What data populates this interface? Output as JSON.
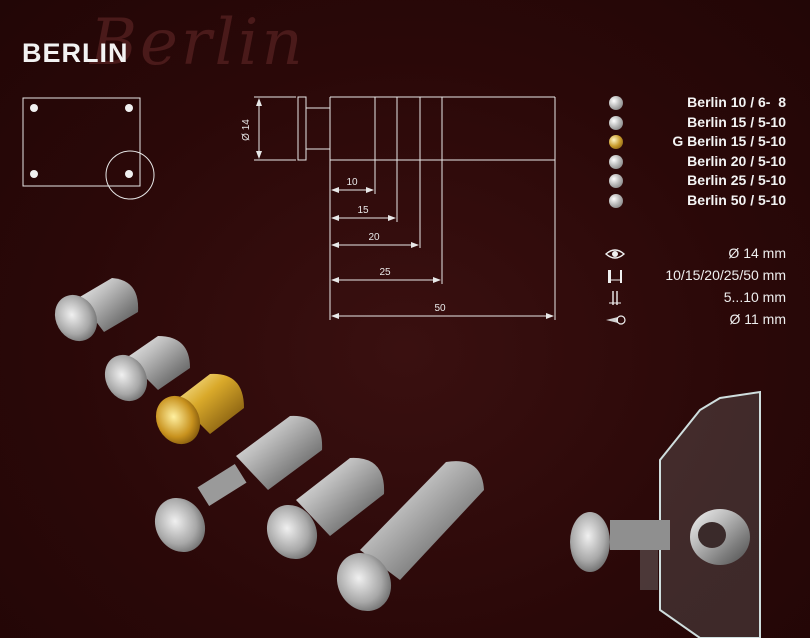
{
  "header": {
    "title": "BERLIN",
    "script_watermark": "Berlin"
  },
  "drawing": {
    "diameter_label": "Ø 14",
    "dims": [
      "10",
      "15",
      "20",
      "25",
      "50"
    ]
  },
  "products": [
    {
      "label": "Berlin 10 / 6-  8",
      "finish": "steel"
    },
    {
      "label": "Berlin 15 / 5-10",
      "finish": "steel"
    },
    {
      "label": "G Berlin 15 / 5-10",
      "finish": "gold"
    },
    {
      "label": "Berlin 20 / 5-10",
      "finish": "steel"
    },
    {
      "label": "Berlin 25 / 5-10",
      "finish": "steel"
    },
    {
      "label": "Berlin 50 / 5-10",
      "finish": "steel"
    }
  ],
  "specs": [
    {
      "icon": "eye-icon",
      "value": "Ø 14 mm"
    },
    {
      "icon": "length-icon",
      "value": "10/15/20/25/50 mm"
    },
    {
      "icon": "thickness-icon",
      "value": "5...10 mm"
    },
    {
      "icon": "screw-icon",
      "value": "Ø 11 mm"
    }
  ],
  "colors": {
    "background": "#2d0b0b",
    "steel": "#b9b9b9",
    "gold": "#c89a2a",
    "line": "#e8e8e8"
  }
}
